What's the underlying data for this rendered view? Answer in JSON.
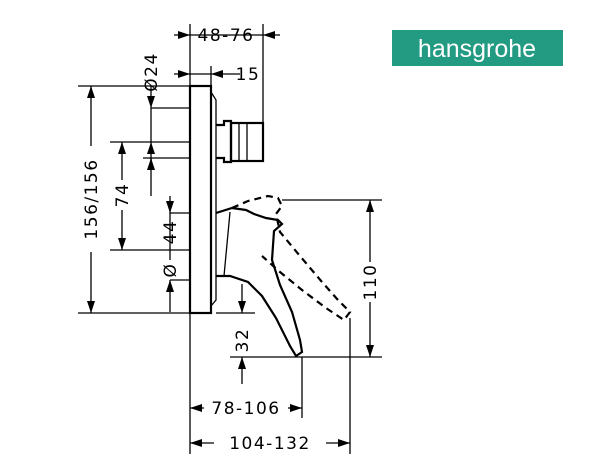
{
  "brand": {
    "name": "hansgrohe",
    "color": "#239a82"
  },
  "dimensions": {
    "depth_range": "48-76",
    "diameter_24": "Ø24",
    "offset_15": "15",
    "height_total": "156/156",
    "height_74": "74",
    "height_44": "44",
    "diameter_symbol": "Ø",
    "height_110": "110",
    "height_32": "32",
    "projection_78_106": "78-106",
    "projection_104_132": "104-132"
  }
}
